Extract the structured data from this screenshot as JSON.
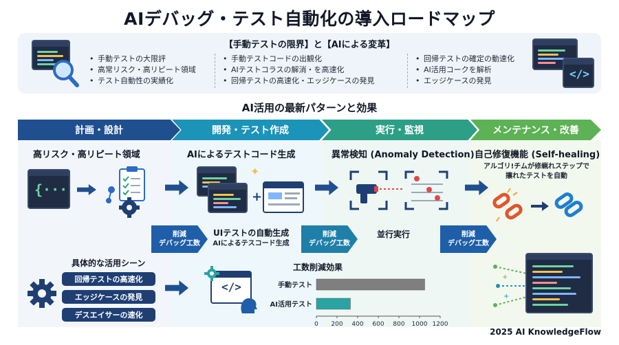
{
  "title": "AIデバッグ・テスト自動化の導入ロードマップ",
  "banner": {
    "heading": "【手動テストの限界】と【AIによる変革】",
    "col1": [
      "手動テストの大限評",
      "高常リスク・高リピート領域",
      "テスト自動性の実績化"
    ],
    "col2": [
      "手動テストコードの出観化",
      "AIテストコラスの解消・を高速化",
      "回帰テストの高速化・エッジケースの発見"
    ],
    "col3": [
      "回帰テストの確定の動速化",
      "AI活用コークを解析",
      "エッジケースの発見"
    ]
  },
  "subtitle": "AI活用の最新パターンと効果",
  "phases": [
    "計画・設計",
    "開発・テスト作成",
    "実行・監視",
    "メンテナンス・改善"
  ],
  "col1": {
    "title": "高リスク・高リピート領域",
    "scenes_title": "具体的な活用シーン",
    "scenes": [
      "回帰テストの高速化",
      "エッジケースの発見",
      "デスエイサーの速化"
    ]
  },
  "col2": {
    "title": "AIによるテストコード生成",
    "ui_title": "UIテストの自動生成",
    "ui_sub": "AIによるテスコード生成"
  },
  "col3": {
    "title": "異常検知 (Anomaly Detection)",
    "parallel": "並行実行",
    "chart_title": "工数削減効果"
  },
  "col4": {
    "title": "自己修復機能 (Self-healing)",
    "desc_line1": "アルゴリ!チムが修蝋れステップで",
    "desc_line2": "攘れたテストを自動"
  },
  "badge": {
    "line1": "削減",
    "line2": "デバッグ工数"
  },
  "chart_data": {
    "type": "bar",
    "orientation": "horizontal",
    "title": "工数削減効果",
    "categories": [
      "手動テスト",
      "AI活用テスト"
    ],
    "values": [
      1050,
      330
    ],
    "xlim": [
      0,
      1200
    ],
    "xticks": [
      0,
      200,
      400,
      600,
      800,
      1000,
      1200
    ],
    "tick_labels": [
      "0",
      "200",
      "400",
      "600",
      "800",
      "1000",
      "1200"
    ],
    "colors": [
      "#7f7f7f",
      "#2aa3a3"
    ]
  },
  "footer": "2025 AI KnowledgeFlow",
  "colors": {
    "phase1": "#1f4f8f",
    "phase2": "#1c93b8",
    "phase3": "#2c9f86",
    "phase4": "#5cb254"
  }
}
